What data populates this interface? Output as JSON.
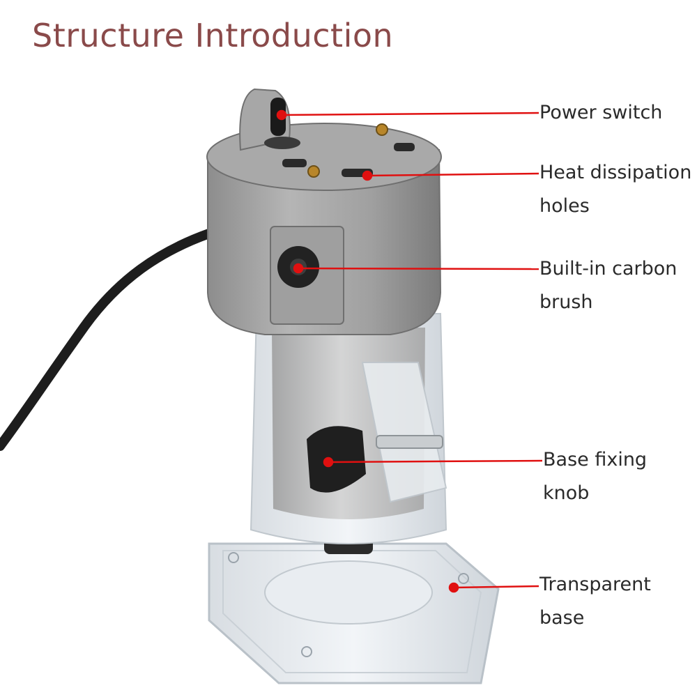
{
  "title": "Structure Introduction",
  "accent_color": "#e01010",
  "title_color": "#8a4a4a",
  "callouts": [
    {
      "id": "power-switch",
      "lines": [
        "Power switch"
      ]
    },
    {
      "id": "heat-dissipation-holes",
      "lines": [
        "Heat dissipation",
        "holes"
      ]
    },
    {
      "id": "carbon-brush",
      "lines": [
        "Built-in carbon",
        "brush"
      ]
    },
    {
      "id": "base-fixing-knob",
      "lines": [
        "Base fixing",
        "knob"
      ]
    },
    {
      "id": "transparent-base",
      "lines": [
        "Transparent",
        "base"
      ]
    }
  ]
}
